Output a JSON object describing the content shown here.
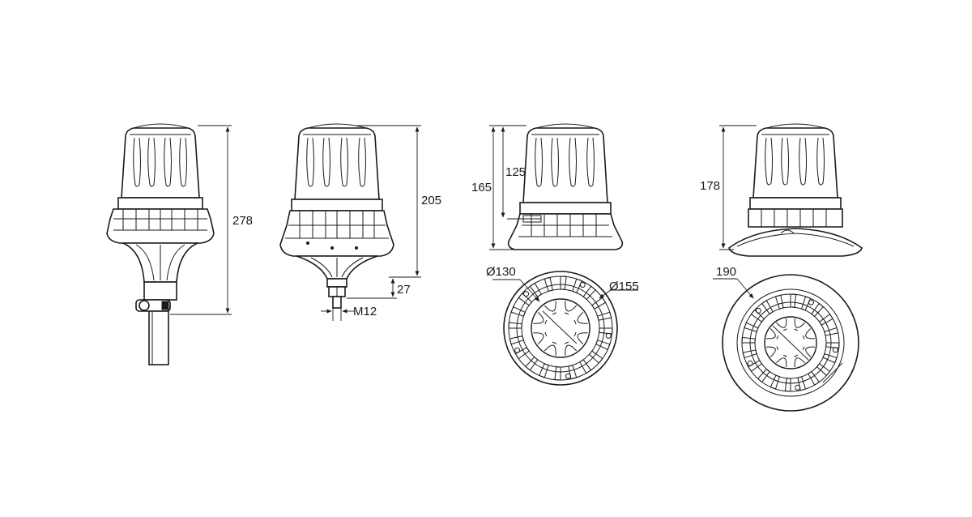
{
  "dimensions": {
    "pole_height": "278",
    "bolt_height": "205",
    "bolt_stud_length": "27",
    "bolt_thread": "M12",
    "flat_height": "165",
    "flat_dome_height": "125",
    "flat_inner_diameter": "Ø130",
    "flat_outer_diameter": "Ø155",
    "magnetic_height": "178",
    "magnetic_diameter": "190"
  },
  "colors": {
    "line": "#1a1a1a",
    "background": "#ffffff"
  }
}
